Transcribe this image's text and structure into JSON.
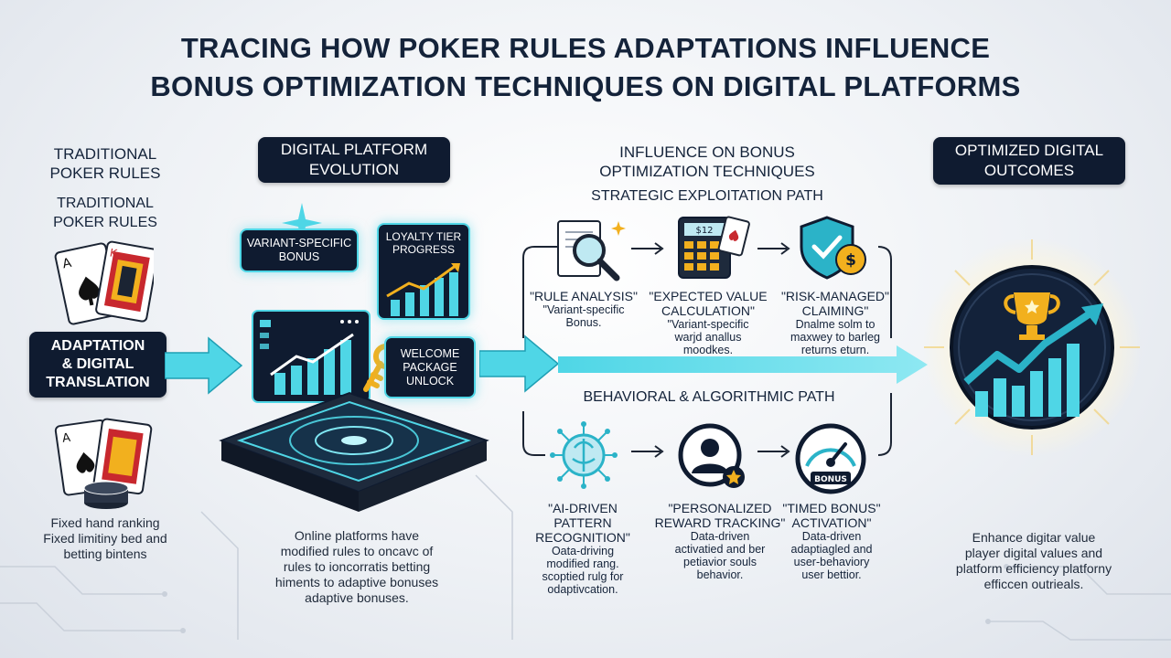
{
  "title": {
    "line1": "TRACING HOW POKER RULES ADAPTATIONS INFLUENCE",
    "line2": "BONUS OPTIMIZATION TECHNIQUES ON DIGITAL PLATFORMS"
  },
  "left": {
    "heading1": [
      "TRADITIONAL",
      "POKER RULES"
    ],
    "heading2": [
      "TRADITIONAL",
      "POKER RULES"
    ],
    "adaptation": [
      "ADAPTATION",
      "& DIGITAL",
      "TRANSLATION"
    ],
    "footer": [
      "Fixed hand ranking",
      "Fixed limitiny bed and",
      "betting bintens"
    ]
  },
  "platform": {
    "header": [
      "DIGITAL PLATFORM",
      "EVOLUTION"
    ],
    "variant_bonus": [
      "VARIANT-SPECIFIC",
      "BONUS"
    ],
    "loyalty": [
      "LOYALTY TIER",
      "PROGRESS"
    ],
    "welcome": [
      "WELCOME",
      "PACKAGE",
      "UNLOCK"
    ],
    "footer": [
      "Online platforms have",
      "modified rules to oncavc of",
      "rules to ioncorratis betting",
      "himents to adaptive bonuses",
      "adaptive bonuses."
    ]
  },
  "influence": {
    "header": [
      "INFLUENCE ON BONUS",
      "OPTIMIZATION TECHNIQUES"
    ],
    "strategic_title": "STRATEGIC EXPLOITATION PATH",
    "behavioral_title": "BEHAVIORAL & ALGORITHMIC PATH",
    "steps_top": [
      {
        "label": [
          "\"RULE ANALYSIS\""
        ],
        "desc": [
          "\"Variant-specific",
          "Bonus."
        ]
      },
      {
        "label": [
          "\"EXPECTED VALUE",
          "CALCULATION\""
        ],
        "desc": [
          "\"Variant-specific",
          "warjd anallus",
          "moodkes."
        ]
      },
      {
        "label": [
          "\"RISK-MANAGED\"",
          "CLAIMING\""
        ],
        "desc": [
          "Dnalme solm to",
          "maxwey to barleg",
          "returns eturn."
        ]
      }
    ],
    "steps_bottom": [
      {
        "label": [
          "\"AI-DRIVEN",
          "PATTERN RECOGNITION\""
        ],
        "desc": [
          "Oata-driving",
          "modified rang.",
          "scoptied rulg for",
          "odaptivcation."
        ]
      },
      {
        "label": [
          "\"PERSONALIZED",
          "REWARD TRACKING\""
        ],
        "desc": [
          "Data-driven",
          "activatied and ber",
          "petiavior souls",
          "behavior."
        ]
      },
      {
        "label": [
          "\"TIMED BONUS\"",
          "ACTIVATION\""
        ],
        "desc": [
          "Data-driven",
          "adaptiagled and",
          "user-behaviory",
          "user bettior."
        ]
      }
    ],
    "gauge_label": "BONUS",
    "calculator_label": "$12"
  },
  "outcomes": {
    "header": [
      "OPTIMIZED DIGITAL",
      "OUTCOMES"
    ],
    "footer": [
      "Enhance digitar value",
      "player digital values and",
      "platform efficiency platforny",
      "efficcen outrieals."
    ]
  },
  "colors": {
    "navy": "#0f1b30",
    "cyan": "#4fd6e6",
    "teal": "#2bb3c8",
    "gold": "#f2b01e",
    "red": "#c8282e"
  }
}
